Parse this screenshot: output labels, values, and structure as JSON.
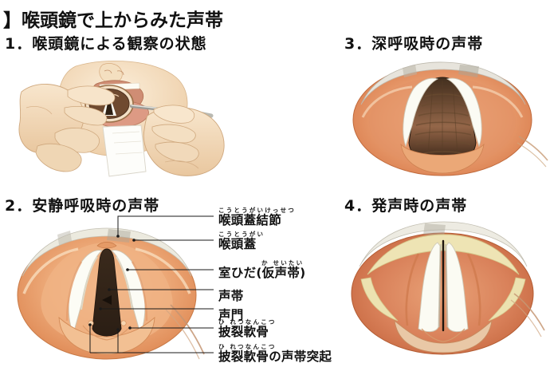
{
  "document": {
    "title": "】喉頭鏡で上からみた声帯",
    "background_color": "#ffffff"
  },
  "sections": [
    {
      "id": "s1",
      "heading": "1．喉頭鏡による観察の状態"
    },
    {
      "id": "s2",
      "heading": "2．安静呼吸時の声帯"
    },
    {
      "id": "s3",
      "heading": "3．深呼吸時の声帯"
    },
    {
      "id": "s4",
      "heading": "4．発声時の声帯"
    }
  ],
  "annotations": [
    {
      "ruby": "こうとうがいけっせつ",
      "base": "喉頭蓋結節"
    },
    {
      "ruby": "こうとうがい",
      "base": "喉頭蓋"
    },
    {
      "ruby": "か せいたい",
      "base": "室ひだ(仮声帯)"
    },
    {
      "ruby": "",
      "base": "声帯"
    },
    {
      "ruby": "",
      "base": "声門"
    },
    {
      "ruby": "ひ れつなんこつ",
      "base": "披裂軟骨"
    },
    {
      "ruby": "ひ れつなんこつ",
      "base": "披裂軟骨の声帯突起"
    }
  ],
  "palette": {
    "skin_light": "#f7e2c8",
    "skin_mid": "#eec9a2",
    "mucosa_pink": "#e8a07a",
    "mucosa_deep": "#d4713f",
    "cord_white": "#fbfbf6",
    "airway_dark": "#3b2a1c",
    "airway_black": "#2a1d13",
    "cartilage_cream": "#efe4b8",
    "rim_gray": "#d8d6d0",
    "line": "#1a1a1a"
  }
}
